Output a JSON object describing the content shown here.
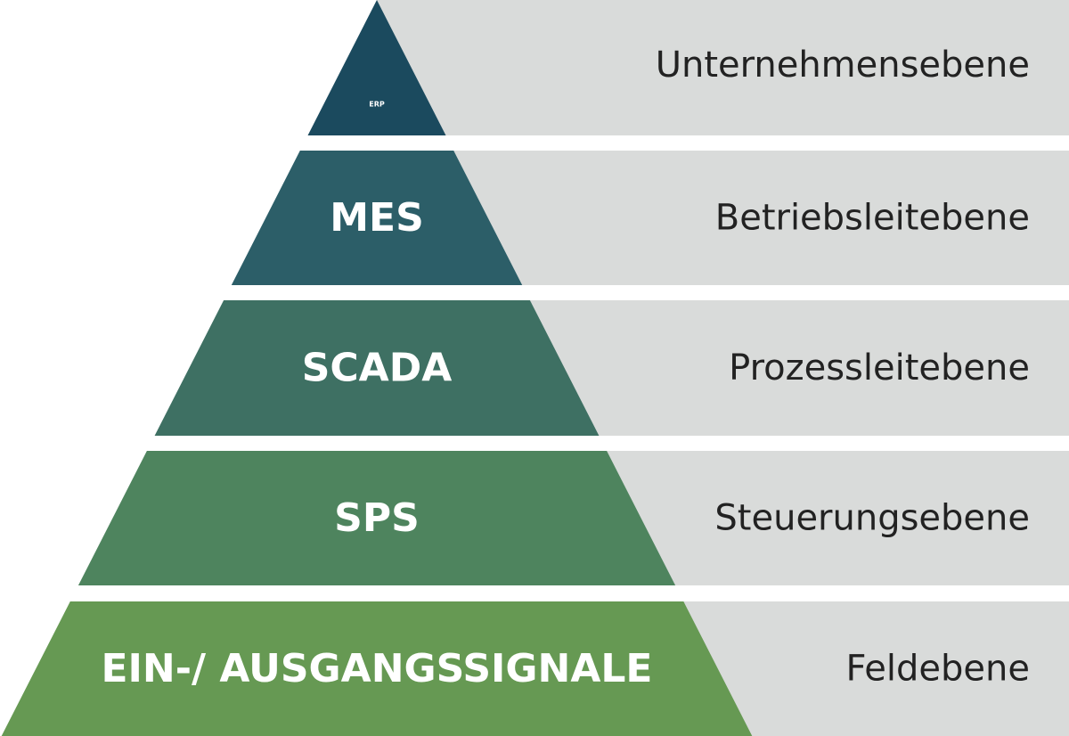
{
  "levels": [
    {
      "name": "ERP",
      "description": "Unternehmensebene",
      "color": "#1b4a5e"
    },
    {
      "name": "MES",
      "description": "Betriebsleitebene",
      "color": "#2c5e68"
    },
    {
      "name": "SCADA",
      "description": "Prozessleitebene",
      "color": "#3e7063"
    },
    {
      "name": "SPS",
      "description": "Steuerungsebene",
      "color": "#4e845e"
    },
    {
      "name": "EIN-/ AUSGANGSSIGNALE",
      "description": "Feldebene",
      "color": "#669953"
    }
  ],
  "band_color": "#d9dbda"
}
